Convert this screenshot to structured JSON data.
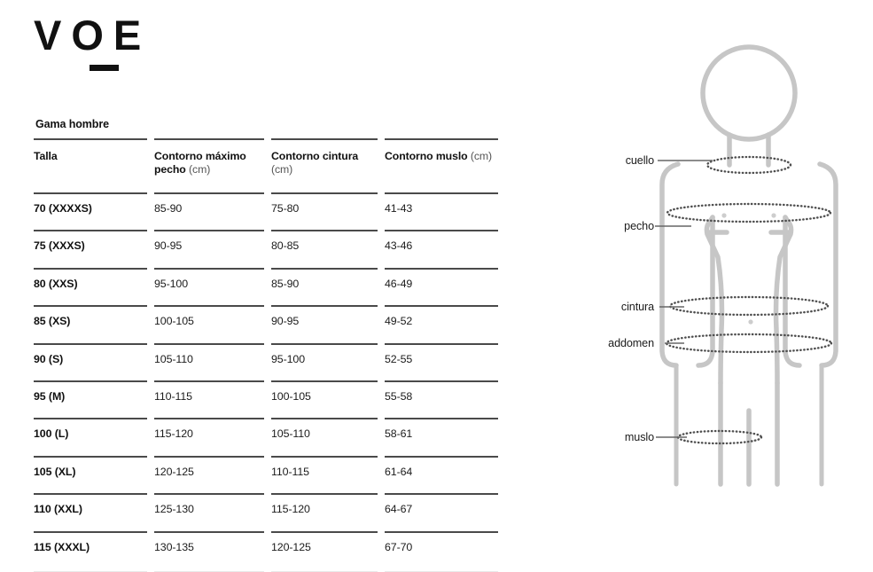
{
  "brand": {
    "wordmark": "VOE"
  },
  "table": {
    "title": "Gama hombre",
    "columns": [
      {
        "label": "Talla",
        "unit": ""
      },
      {
        "label": "Contorno máximo pecho",
        "unit": "(cm)"
      },
      {
        "label": "Contorno cintura",
        "unit": "(cm)"
      },
      {
        "label": "Contorno muslo",
        "unit": "(cm)"
      }
    ],
    "rows": [
      {
        "talla": "70 (XXXXS)",
        "pecho": "85-90",
        "cintura": "75-80",
        "muslo": "41-43"
      },
      {
        "talla": "75 (XXXS)",
        "pecho": "90-95",
        "cintura": "80-85",
        "muslo": "43-46"
      },
      {
        "talla": "80 (XXS)",
        "pecho": "95-100",
        "cintura": "85-90",
        "muslo": "46-49"
      },
      {
        "talla": "85 (XS)",
        "pecho": "100-105",
        "cintura": "90-95",
        "muslo": "49-52"
      },
      {
        "talla": "90 (S)",
        "pecho": "105-110",
        "cintura": "95-100",
        "muslo": "52-55"
      },
      {
        "talla": "95 (M)",
        "pecho": "110-115",
        "cintura": "100-105",
        "muslo": "55-58"
      },
      {
        "talla": "100 (L)",
        "pecho": "115-120",
        "cintura": "105-110",
        "muslo": "58-61"
      },
      {
        "talla": "105 (XL)",
        "pecho": "120-125",
        "cintura": "110-115",
        "muslo": "61-64"
      },
      {
        "talla": "110 (XXL)",
        "pecho": "125-130",
        "cintura": "115-120",
        "muslo": "64-67"
      },
      {
        "talla": "115 (XXXL)",
        "pecho": "130-135",
        "cintura": "120-125",
        "muslo": "67-70"
      }
    ]
  },
  "diagram": {
    "labels": {
      "cuello": "cuello",
      "pecho": "pecho",
      "cintura": "cintura",
      "addomen": "addomen",
      "muslo": "muslo"
    }
  },
  "colors": {
    "ink": "#111111",
    "rule": "#4a4a4a",
    "body_outline": "#c6c6c6",
    "measure_ring": "#4f4f4f"
  }
}
